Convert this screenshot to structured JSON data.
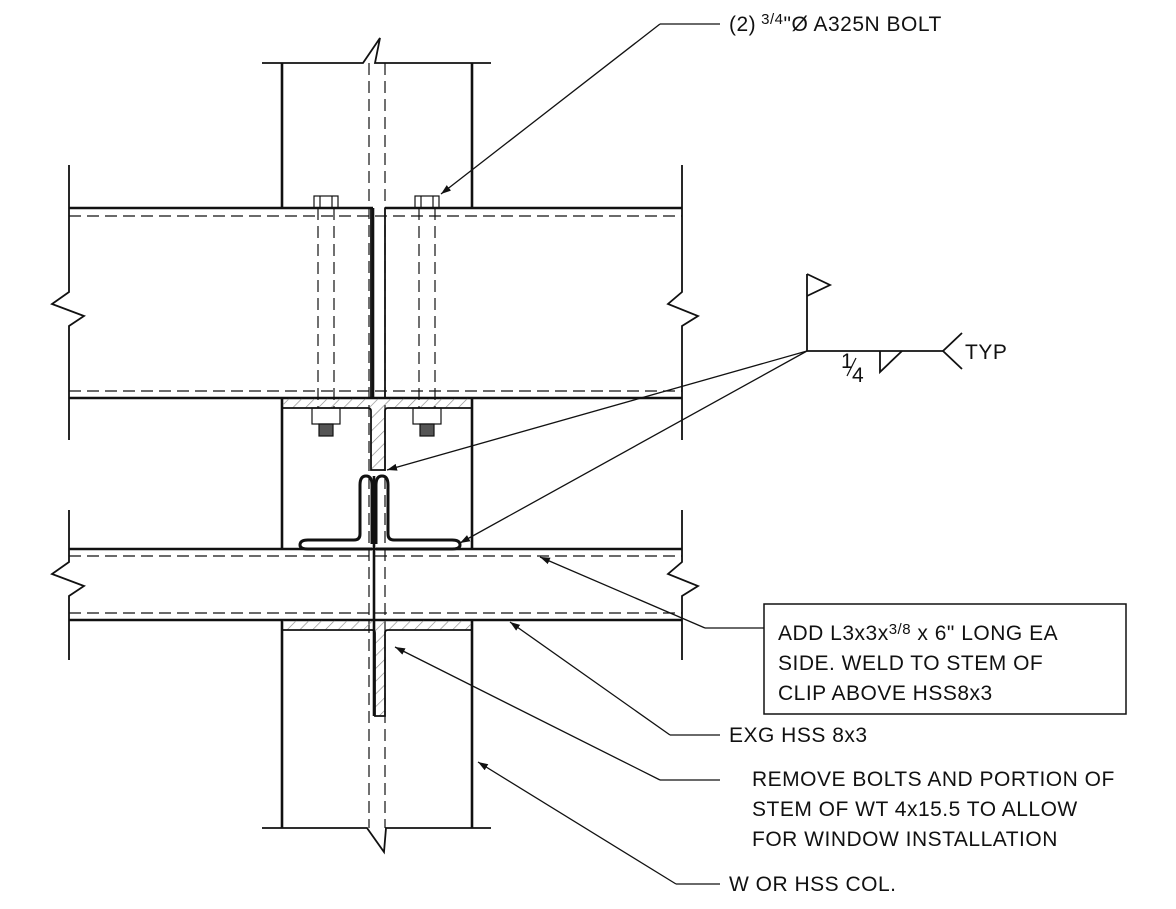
{
  "callouts": {
    "bolt": {
      "qty": "(2)",
      "fraction": "3/4",
      "spec": "\"Ø A325N BOLT"
    },
    "weld_size": {
      "num": "1",
      "den": "4"
    },
    "weld_tail": "TYP",
    "angle": {
      "line1_pre": "ADD L3x3x",
      "line1_frac": "3/8",
      "line1_post": " x 6\" LONG EA",
      "line2": "SIDE.  WELD TO STEM OF",
      "line3": "CLIP ABOVE HSS8x3"
    },
    "hss": "EXG HSS 8x3",
    "remove": {
      "line1": "REMOVE BOLTS AND PORTION OF",
      "line2": "STEM OF WT 4x15.5 TO ALLOW",
      "line3": "FOR WINDOW INSTALLATION"
    },
    "column": "W OR HSS COL."
  },
  "colors": {
    "ink": "#111111",
    "hatch": "#888888",
    "paper": "#ffffff"
  }
}
